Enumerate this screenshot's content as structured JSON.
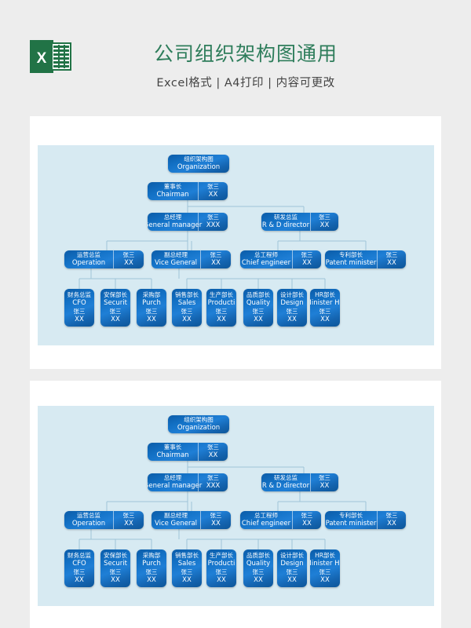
{
  "header": {
    "logo_icon": "excel-file-icon",
    "title": "公司组织架构图通用",
    "subtitle": "Excel格式 | A4打印 | 内容可更改",
    "title_color": "#2e7d5b"
  },
  "theme": {
    "page_background": "#ededed",
    "card_background": "#ffffff",
    "panel_background": "#d7eaf2",
    "node_blue": "#1270c4",
    "node_blue_dark": "#0c5ca8",
    "connector_color": "#9fc4d8",
    "node_text": "#ffffff"
  },
  "chart_data": {
    "type": "diagram",
    "title": "组织架构图 / Organization",
    "levels": 5,
    "nodes": [
      {
        "id": "root",
        "cn": "组织架构图",
        "en": "Organization",
        "name_cn": "",
        "name_en": "",
        "level": 0,
        "parent": null
      },
      {
        "id": "chair",
        "cn": "董事长",
        "en": "Chairman",
        "name_cn": "张三",
        "name_en": "XX",
        "level": 1,
        "parent": "root"
      },
      {
        "id": "gm",
        "cn": "总经理",
        "en": "General manager",
        "name_cn": "张三",
        "name_en": "XXX",
        "level": 2,
        "parent": "chair"
      },
      {
        "id": "rd",
        "cn": "研发总监",
        "en": "R & D director",
        "name_cn": "张三",
        "name_en": "XX",
        "level": 2,
        "parent": "chair"
      },
      {
        "id": "ops",
        "cn": "运营总监",
        "en": "Operation",
        "name_cn": "张三",
        "name_en": "XX",
        "level": 3,
        "parent": "gm"
      },
      {
        "id": "vgm",
        "cn": "副总经理",
        "en": "Vice General",
        "name_cn": "张三",
        "name_en": "XX",
        "level": 3,
        "parent": "gm"
      },
      {
        "id": "chief",
        "cn": "总工程师",
        "en": "Chief engineer",
        "name_cn": "张三",
        "name_en": "XX",
        "level": 3,
        "parent": "rd"
      },
      {
        "id": "patent",
        "cn": "专利部长",
        "en": "Patent minister",
        "name_cn": "张三",
        "name_en": "XX",
        "level": 3,
        "parent": "rd"
      },
      {
        "id": "cfo",
        "cn": "财务总监",
        "en": "CFO",
        "name_cn": "张三",
        "name_en": "XX",
        "level": 4,
        "parent": "ops"
      },
      {
        "id": "secur",
        "cn": "安保部长",
        "en": "Securit",
        "name_cn": "张三",
        "name_en": "XX",
        "level": 4,
        "parent": "ops"
      },
      {
        "id": "purch",
        "cn": "采购部",
        "en": "Purch",
        "name_cn": "张三",
        "name_en": "XX",
        "level": 4,
        "parent": "ops"
      },
      {
        "id": "sales",
        "cn": "销售部长",
        "en": "Sales",
        "name_cn": "张三",
        "name_en": "XX",
        "level": 4,
        "parent": "vgm"
      },
      {
        "id": "prod",
        "cn": "生产部长",
        "en": "Producti",
        "name_cn": "张三",
        "name_en": "XX",
        "level": 4,
        "parent": "vgm"
      },
      {
        "id": "qual",
        "cn": "品质部长",
        "en": "Quality",
        "name_cn": "张三",
        "name_en": "XX",
        "level": 4,
        "parent": "vgm"
      },
      {
        "id": "design",
        "cn": "设计部长",
        "en": "Design",
        "name_cn": "张三",
        "name_en": "XX",
        "level": 4,
        "parent": "vgm"
      },
      {
        "id": "hr",
        "cn": "HR部长",
        "en": "Minister HR",
        "name_cn": "张三",
        "name_en": "XX",
        "level": 4,
        "parent": "vgm"
      }
    ]
  },
  "charts": [
    {
      "index": 1,
      "label": "organization-chart-copy-1"
    },
    {
      "index": 2,
      "label": "organization-chart-copy-2"
    }
  ]
}
